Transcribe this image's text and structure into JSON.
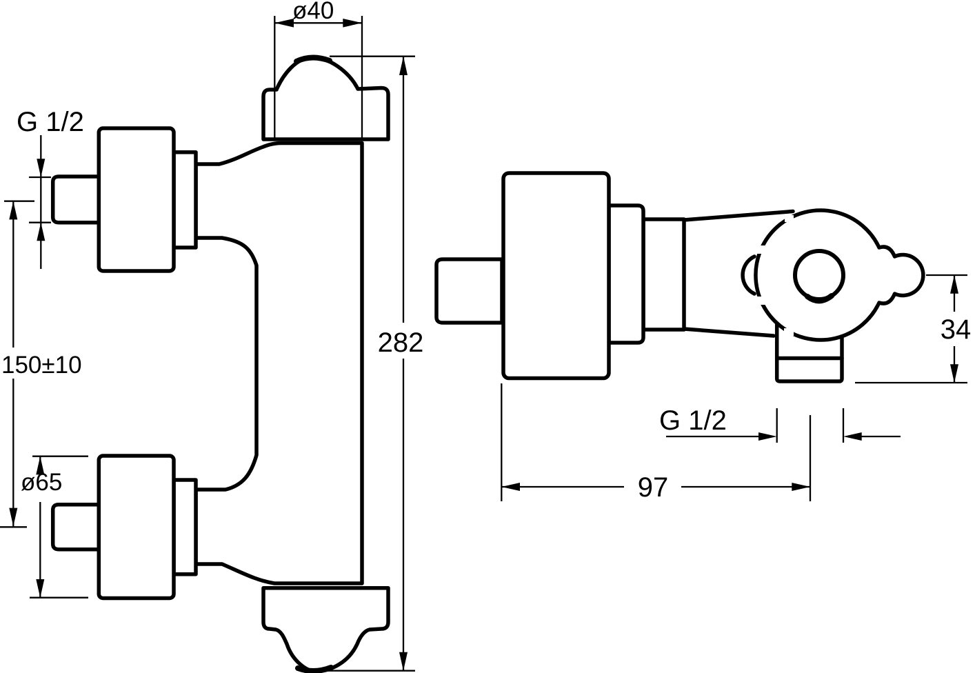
{
  "drawing": {
    "type": "technical-dimension-drawing",
    "background_color": "#ffffff",
    "line_color": "#000000",
    "front_view": {
      "labels": {
        "inlet_thread": "G 1/2",
        "inlet_spacing": "150±10",
        "escutcheon_diameter": "ø65",
        "cap_diameter": "ø40",
        "total_height": "282"
      }
    },
    "side_view": {
      "labels": {
        "outlet_height": "34",
        "outlet_thread": "G 1/2",
        "depth": "97"
      }
    }
  }
}
